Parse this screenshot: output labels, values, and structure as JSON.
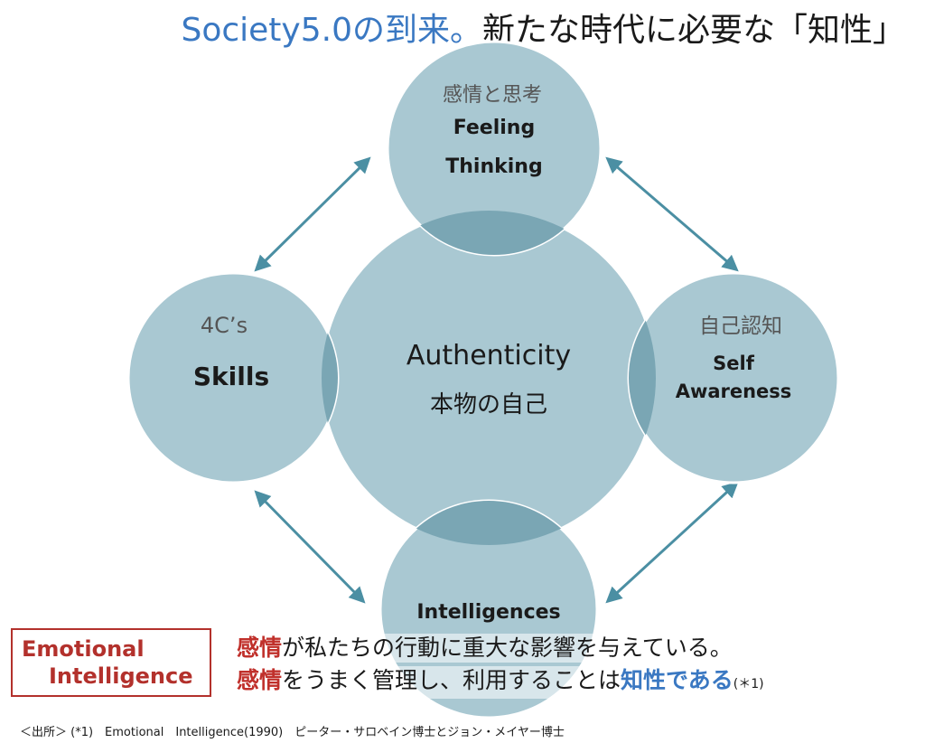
{
  "title": {
    "part1": "Society5.0の到来。",
    "part2": "新たな時代に必要な「知性」"
  },
  "diagram": {
    "center": {
      "line1": "Authenticity",
      "line2": "本物の自己"
    },
    "top": {
      "line1": "感情と思考",
      "line2": "Feeling",
      "line3": "Thinking"
    },
    "left": {
      "line1": "4C’s",
      "line2": "Skills"
    },
    "right": {
      "line1": "自己認知",
      "line2": "Self",
      "line3": "Awareness"
    },
    "bottom": {
      "line1": "Intelligences"
    },
    "colors": {
      "circle": "#a9c8d2",
      "overlap": "#7aa6b4",
      "arrow": "#4b8fa3",
      "stroke": "#ffffff"
    }
  },
  "ei_box": {
    "line1": "Emotional",
    "line2": "Intelligence"
  },
  "message1": {
    "emph": "感情",
    "rest": "が私たちの行動に重大な影響を与えている。"
  },
  "message2": {
    "emph": "感情",
    "mid": "をうまく管理し、利用することは",
    "emph2": "知性である",
    "note": "(＊1)"
  },
  "source": "＜出所＞ (*1)　Emotional　Intelligence(1990)　ピーター・サロベイン博士とジョン・メイヤー博士"
}
